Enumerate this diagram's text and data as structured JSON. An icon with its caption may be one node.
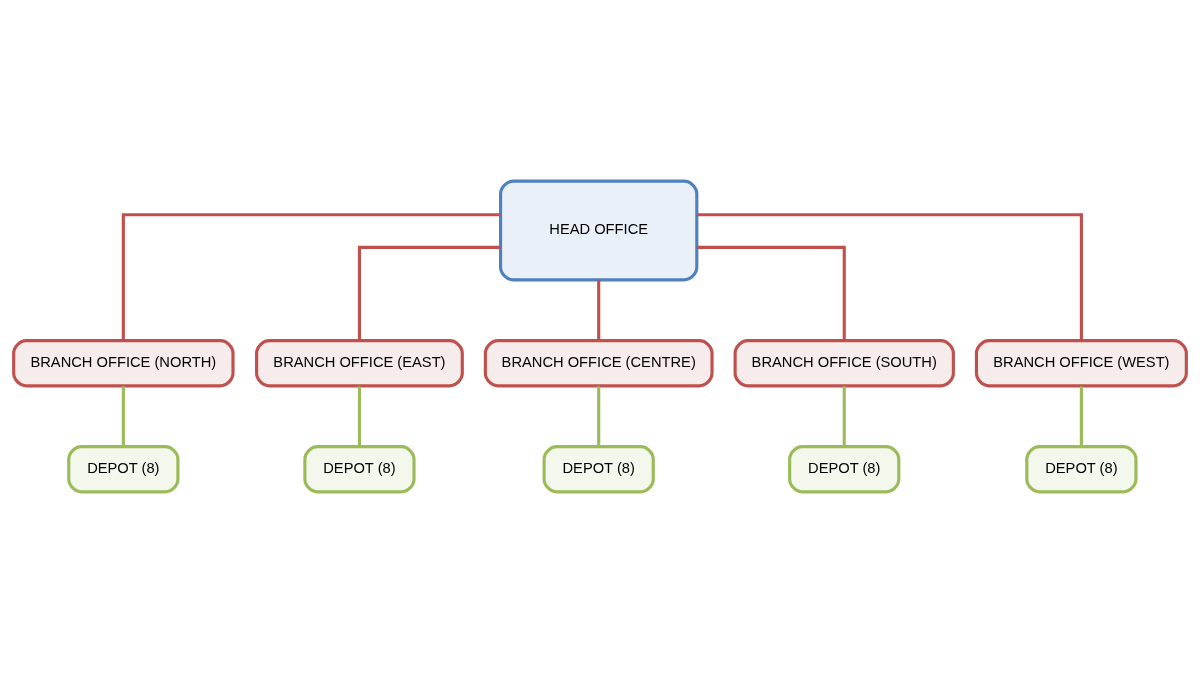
{
  "diagram": {
    "nodes": [
      {
        "text": [
          "HEAD OFFICE"
        ]
      },
      {
        "text": [
          "BRANCH OFFICE (NORTH)"
        ]
      },
      {
        "text": [
          "BRANCH OFFICE (EAST)"
        ]
      },
      {
        "text": [
          "BRANCH OFFICE (CENTRE)"
        ]
      },
      {
        "text": [
          "BRANCH OFFICE (SOUTH)"
        ]
      },
      {
        "text": [
          "BRANCH OFFICE (WEST)"
        ]
      },
      {
        "text": [
          "DEPOT (8)"
        ]
      },
      {
        "text": [
          "DEPOT (8)"
        ]
      },
      {
        "text": [
          "DEPOT (8)"
        ]
      },
      {
        "text": [
          "DEPOT (8)"
        ]
      },
      {
        "text": [
          "DEPOT (8)"
        ]
      }
    ],
    "edges": [
      {
        "from": 0,
        "to": 1,
        "arrow": "none",
        "color": "#c0504d"
      },
      {
        "from": 0,
        "to": 2,
        "arrow": "none",
        "color": "#c0504d"
      },
      {
        "from": 0,
        "to": 3,
        "arrow": "none",
        "color": "#c0504d"
      },
      {
        "from": 0,
        "to": 4,
        "arrow": "none",
        "color": "#c0504d"
      },
      {
        "from": 0,
        "to": 5,
        "arrow": "none",
        "color": "#c0504d"
      },
      {
        "from": 1,
        "to": 6,
        "arrow": "none",
        "color": "#9bbb59"
      },
      {
        "from": 2,
        "to": 7,
        "arrow": "none",
        "color": "#9bbb59"
      },
      {
        "from": 3,
        "to": 8,
        "arrow": "none",
        "color": "#9bbb59"
      },
      {
        "from": 4,
        "to": 9,
        "arrow": "none",
        "color": "#9bbb59"
      },
      {
        "from": 5,
        "to": 10,
        "arrow": "none",
        "color": "#9bbb59"
      }
    ]
  }
}
